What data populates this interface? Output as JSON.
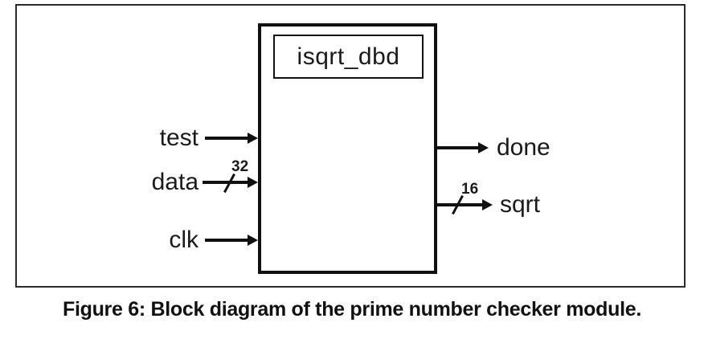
{
  "diagram": {
    "module_name": "isqrt_dbd",
    "inputs": [
      {
        "name": "test",
        "width_label": ""
      },
      {
        "name": "data",
        "width_label": "32"
      },
      {
        "name": "clk",
        "width_label": ""
      }
    ],
    "outputs": [
      {
        "name": "done",
        "width_label": ""
      },
      {
        "name": "sqrt",
        "width_label": "16"
      }
    ]
  },
  "caption": "Figure 6: Block diagram of the prime number checker module.",
  "colors": {
    "line": "#111111",
    "frame": "#2b2b2b",
    "background": "#ffffff"
  }
}
